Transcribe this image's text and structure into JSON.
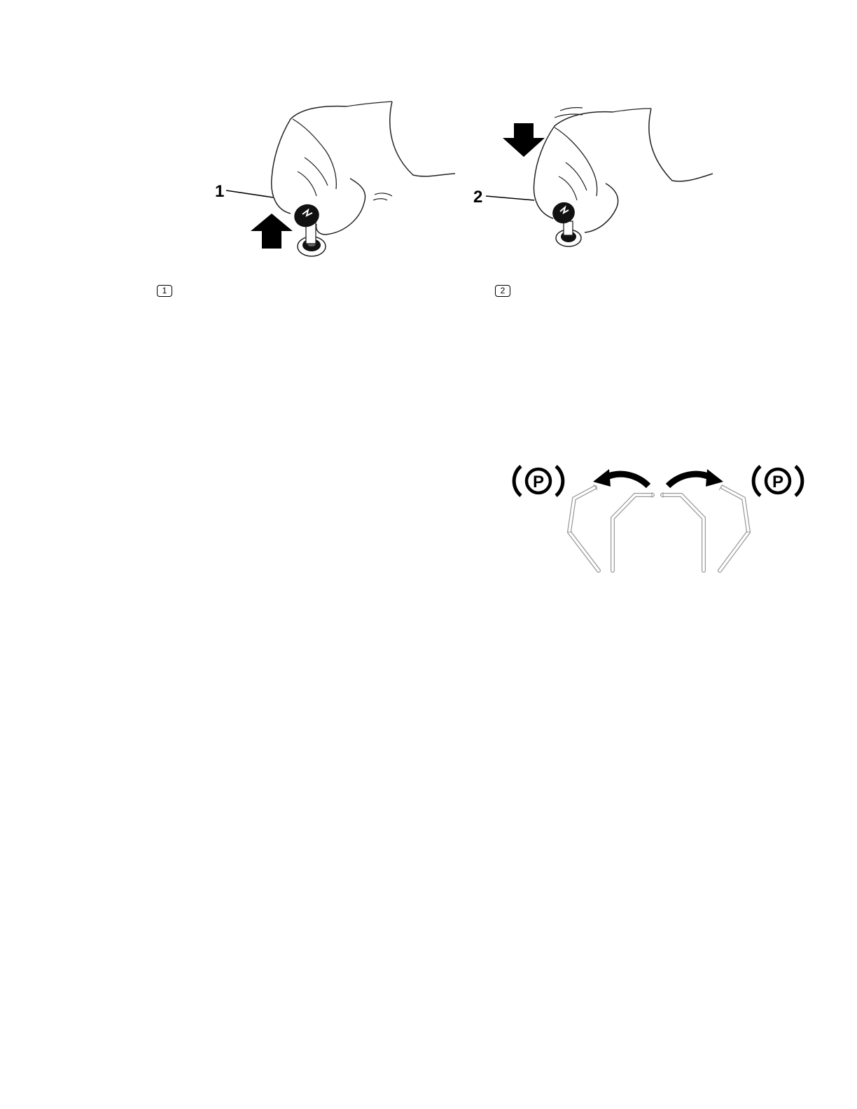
{
  "figures": {
    "lift_toggle": {
      "callout": "1",
      "step_badge": "1",
      "arrow_direction": "up"
    },
    "press_toggle": {
      "callout": "2",
      "step_badge": "2",
      "arrow_direction": "down"
    },
    "brake_levers": {
      "left_symbol": "P",
      "right_symbol": "P"
    }
  },
  "icons": [
    "hand-icon",
    "toggle-switch-icon",
    "up-arrow-icon",
    "down-arrow-icon",
    "parking-brake-icon",
    "curved-arrow-icon"
  ]
}
